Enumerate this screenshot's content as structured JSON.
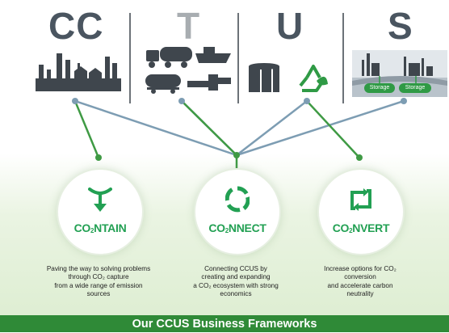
{
  "colors": {
    "dark_gray": "#4a5560",
    "light_gray": "#a8adb1",
    "accent_green": "#22a053",
    "footer_green": "#2f8a37",
    "line_blue": "#7d9db3",
    "line_green": "#3f9a44"
  },
  "stages": [
    {
      "letter": "CC",
      "icon": "industrial-plant-icon"
    },
    {
      "letter": "T",
      "icon": "transport-truck-ship-pipeline-icon"
    },
    {
      "letter": "U",
      "icon": "tanks-and-recycle-icon"
    },
    {
      "letter": "S",
      "icon": "offshore-storage-icon"
    }
  ],
  "storage_labels": [
    "Storage",
    "Storage"
  ],
  "frameworks": [
    {
      "prefix": "CO",
      "sub": "2",
      "suffix": "NTAIN",
      "icon": "capture-arrow-icon",
      "description": [
        "Paving the way to solving problems",
        "through CO₂ capture",
        "from a wide range of emission",
        "sources"
      ]
    },
    {
      "prefix": "CO",
      "sub": "2",
      "suffix": "NNECT",
      "icon": "connect-ring-icon",
      "description": [
        "Connecting CCUS by",
        "creating and expanding",
        "a CO₂ ecosystem with strong",
        "economics"
      ]
    },
    {
      "prefix": "CO",
      "sub": "2",
      "suffix": "NVERT",
      "icon": "convert-arrows-icon",
      "description": [
        "Increase options for CO₂",
        "conversion",
        "and accelerate carbon",
        "neutrality"
      ]
    }
  ],
  "footer": "Our CCUS Business Frameworks"
}
